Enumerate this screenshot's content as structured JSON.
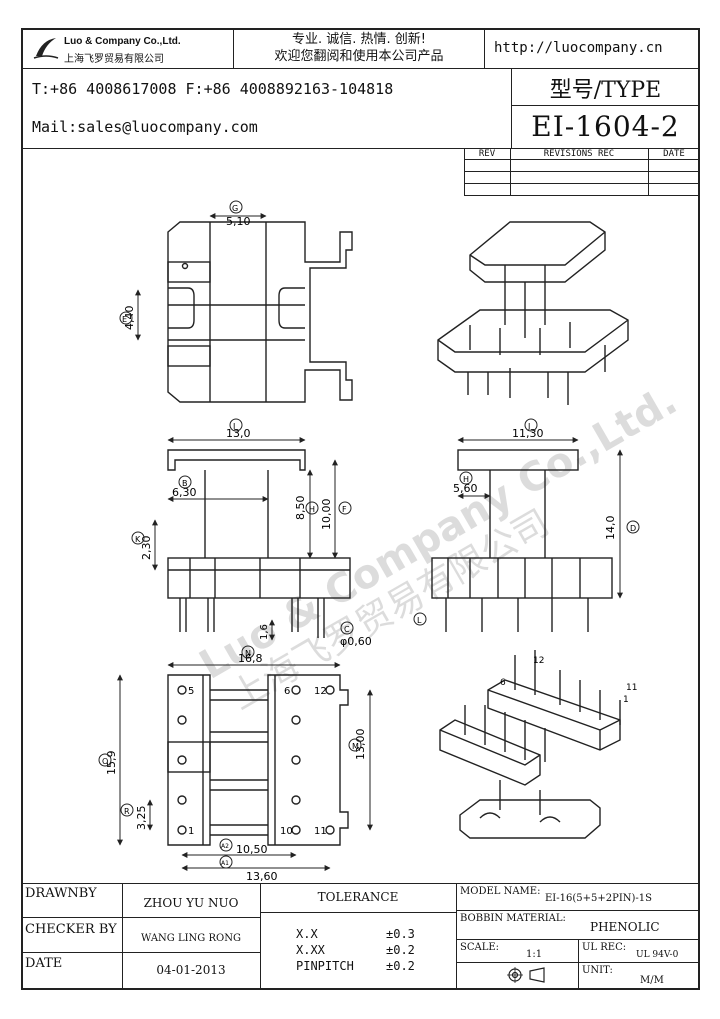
{
  "header": {
    "company_en": "Luo & Company Co.,Ltd.",
    "company_cn": "上海飞罗贸易有限公司",
    "slogan_line1": "专业. 诚信. 热情. 创新!",
    "slogan_line2": "欢迎您翻阅和使用本公司产品",
    "url": "http://luocompany.cn",
    "phone": "T:+86 4008617008 F:+86 4008892163-104818",
    "email": "Mail:sales@luocompany.com",
    "type_label": "型号/TYPE",
    "model": "EI-1604-2"
  },
  "revisions": {
    "headers": [
      "REV",
      "REVISIONS REC",
      "DATE"
    ]
  },
  "drawing": {
    "watermark_en": "Luo & Company Co.,Ltd.",
    "watermark_cn": "上海飞罗贸易有限公司",
    "dims": {
      "top_width": "5,10",
      "top_slot": "4,40",
      "front_width": "13,0",
      "front_inner": "6,30",
      "front_h1": "8,50",
      "front_h2": "10,00",
      "front_base": "2,30",
      "front_pin_len": "1,6",
      "front_pin_dia": "φ0,60",
      "side_width": "11,30",
      "side_inner": "5,60",
      "side_height": "14,0",
      "bottom_width": "16,8",
      "bottom_height": "15,9",
      "bottom_pitch_v": "13,00",
      "bottom_small": "3,25",
      "bottom_inner": "10,50",
      "bottom_outer": "13,60"
    },
    "callouts": {
      "G": "G",
      "E": "E",
      "I": "I",
      "J": "J",
      "B": "B",
      "K": "K",
      "F": "F",
      "H": "H",
      "D": "D",
      "C": "C",
      "L": "L",
      "N": "N",
      "O": "O",
      "M": "M",
      "R": "R",
      "A1": "A1",
      "A2": "A2"
    },
    "pins": {
      "p5": "5",
      "p1": "1",
      "p6": "6",
      "p12": "12",
      "p10": "10",
      "p11": "11",
      "iso12": "12",
      "iso6": "6",
      "iso1": "1",
      "iso11": "11"
    }
  },
  "title_block": {
    "drawn_by_label": "DRAWNBY",
    "drawn_by_value": "ZHOU YU NUO",
    "checker_label": "CHECKER BY",
    "checker_value": "WANG LING RONG",
    "date_label": "DATE",
    "date_value": "04-01-2013",
    "tolerance_label": "TOLERANCE",
    "tol_rows": [
      {
        "label": "X.X",
        "value": "±0.3"
      },
      {
        "label": "X.XX",
        "value": "±0.2"
      },
      {
        "label": "PINPITCH",
        "value": "±0.2"
      }
    ],
    "model_name_label": "MODEL NAME:",
    "model_name_value": "EI-16(5+5+2PIN)-1S",
    "bobbin_label": "BOBBIN MATERIAL:",
    "bobbin_value": "PHENOLIC",
    "scale_label": "SCALE:",
    "scale_value": "1:1",
    "ul_label": "UL REC:",
    "ul_value": "UL 94V-0",
    "unit_label": "UNIT:",
    "unit_value": "M/M"
  }
}
